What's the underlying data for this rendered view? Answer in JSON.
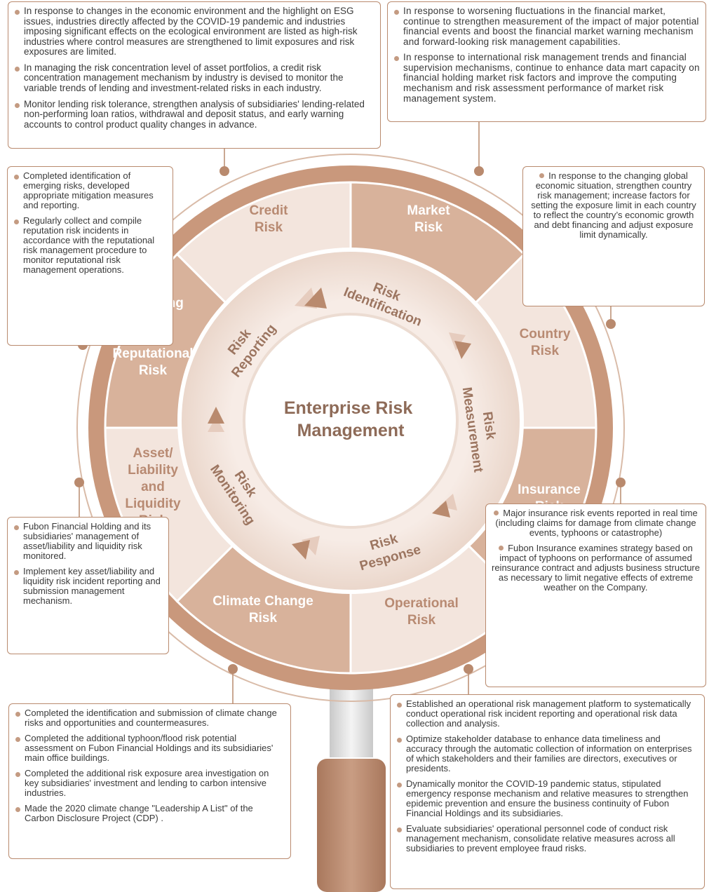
{
  "center_title": [
    "Enterprise Risk",
    "Management"
  ],
  "risk_segments": [
    {
      "id": "credit",
      "lines": [
        "Credit",
        "Risk"
      ],
      "fill": "#f3e5dd",
      "text_color": "#b88a72"
    },
    {
      "id": "market",
      "lines": [
        "Market",
        "Risk"
      ],
      "fill": "#d8b29b",
      "text_color": "#ffffff"
    },
    {
      "id": "country",
      "lines": [
        "Country",
        "Risk"
      ],
      "fill": "#f3e5dd",
      "text_color": "#b88a72"
    },
    {
      "id": "insurance",
      "lines": [
        "Insurance",
        "Risk"
      ],
      "fill": "#d8b29b",
      "text_color": "#ffffff"
    },
    {
      "id": "operational",
      "lines": [
        "Operational",
        "Risk"
      ],
      "fill": "#f3e5dd",
      "text_color": "#b88a72"
    },
    {
      "id": "climate",
      "lines": [
        "Climate Change",
        "Risk"
      ],
      "fill": "#d8b29b",
      "text_color": "#ffffff"
    },
    {
      "id": "asset-liability",
      "lines": [
        "Asset/",
        "Liability",
        "and",
        "Liquidity",
        "Risk"
      ],
      "fill": "#f3e5dd",
      "text_color": "#b88a72"
    },
    {
      "id": "emerging",
      "lines": [
        "Emerging",
        "Risk",
        "/",
        "Reputational",
        "Risk"
      ],
      "fill": "#d8b29b",
      "text_color": "#ffffff"
    }
  ],
  "process_steps": [
    {
      "id": "identification",
      "lines": [
        "Risk",
        "Identification"
      ]
    },
    {
      "id": "measurement",
      "lines": [
        "Risk",
        "Measurement"
      ]
    },
    {
      "id": "response",
      "lines": [
        "Risk",
        "Pesponse"
      ]
    },
    {
      "id": "monitoring",
      "lines": [
        "Risk",
        "Monitoring"
      ]
    },
    {
      "id": "reporting",
      "lines": [
        "Risk",
        "Reporting"
      ]
    }
  ],
  "boxes": {
    "credit": [
      "In response to changes in the economic environment and the highlight on ESG issues, industries directly affected by the COVID-19 pandemic and industries imposing significant effects on the ecological environment are listed as high-risk industries where control measures are strengthened to limit exposures and  risk exposures are limited.",
      "In managing the risk concentration level of asset portfolios, a credit risk concentration management mechanism by industry is devised to monitor the variable trends of lending and investment-related risks in each industry.",
      "Monitor lending risk tolerance, strengthen analysis of subsidiaries' lending-related non-performing loan ratios, withdrawal and deposit status, and early warning accounts to control product quality changes in advance."
    ],
    "market": [
      "In response to worsening fluctuations in the financial market, continue to strengthen measurement of the impact of major potential financial events and boost the financial market warning mechanism and forward-looking risk management capabilities.",
      "In response to international risk management trends and financial supervision mechanisms, continue to enhance data mart capacity on financial holding market risk factors and improve the computing mechanism and risk assessment performance of market risk management system."
    ],
    "emerging": [
      "Completed identification of emerging risks, developed appropriate mitigation measures and reporting.",
      "Regularly collect and compile reputation risk incidents in accordance with the reputational risk management procedure to monitor reputational risk management operations."
    ],
    "country": [
      "In response to the changing global economic situation, strengthen country risk management; increase factors for setting the exposure limit in each country to reflect the country’s economic growth and debt financing and adjust exposure limit dynamically."
    ],
    "asset_liability": [
      "Fubon Financial Holding and its subsidiaries' management of asset/liability and liquidity risk monitored.",
      "Implement key asset/liability and liquidity risk incident reporting and submission management  mechanism."
    ],
    "insurance": [
      "Major insurance risk events reported in real time (including claims for damage from climate change events, typhoons or catastrophe)",
      "Fubon Insurance examines strategy based on impact of typhoons on performance of assumed reinsurance contract and adjusts business structure as necessary to limit negative effects of extreme weather on the Company."
    ],
    "climate": [
      "Completed the identification and submission of climate change risks and opportunities and countermeasures.",
      "Completed the additional typhoon/flood risk potential assessment on Fubon Financial Holdings and its subsidiaries' main office buildings.",
      "Completed the additional risk exposure area investigation on key subsidiaries' investment and lending to carbon intensive industries.",
      "Made the 2020 climate change \"Leadership A List\" of the Carbon Disclosure Project (CDP) ."
    ],
    "operational": [
      "Established an operational risk management platform to systematically conduct operational risk incident reporting and operational risk data collection and analysis.",
      "Optimize stakeholder database to enhance data timeliness and accuracy through the automatic collection of information on enterprises of which stakeholders and their families are directors, executives or presidents.",
      "Dynamically monitor the COVID-19 pandemic status, stipulated emergency response mechanism and relative measures to strengthen epidemic prevention and ensure the business continuity of Fubon Financial Holdings and its subsidiaries.",
      "Evaluate subsidiaries' operational personnel code of conduct risk management mechanism, consolidate relative measures across all subsidiaries to prevent employee fraud risks."
    ]
  },
  "colors": {
    "outer_ring": "#c9987c",
    "accent": "#b98a6e",
    "light_segment": "#f3e5dd",
    "dark_segment": "#d8b29b",
    "inner_ring": "#efdcd0",
    "handle": "#b98a6e"
  }
}
